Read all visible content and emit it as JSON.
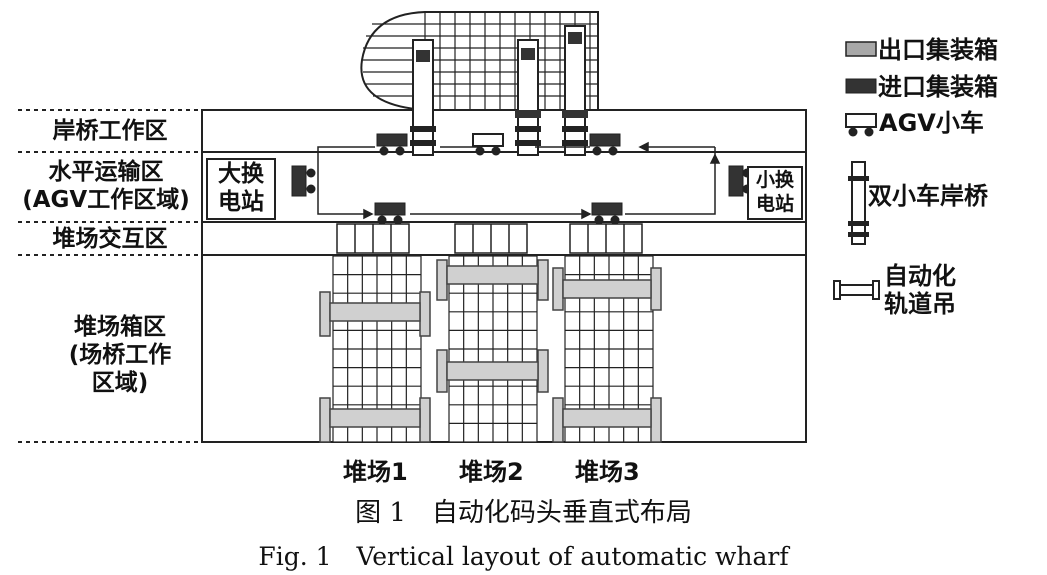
{
  "zones": {
    "quay": "岸桥工作区",
    "horizontal_1": "水平运输区",
    "horizontal_2": "(AGV工作区域)",
    "interchange": "堆场交互区",
    "yard_1": "堆场箱区",
    "yard_2": "(场桥工作",
    "yard_3": "区域)"
  },
  "stations": {
    "big_1": "大换",
    "big_2": "电站",
    "small_1": "小换",
    "small_2": "电站"
  },
  "yards": [
    "堆场1",
    "堆场2",
    "堆场3"
  ],
  "legend": {
    "export": "出口集装箱",
    "import": "进口集装箱",
    "agv": "AGV小车",
    "crane": "双小车岸桥",
    "rmg_1": "自动化",
    "rmg_2": "轨道吊"
  },
  "caption": {
    "zh": "图 1　自动化码头垂直式布局",
    "en": "Fig. 1　Vertical layout of automatic wharf"
  },
  "colors": {
    "export_box": "#a8a8a8",
    "import_box": "#333333",
    "lines": "#222222"
  }
}
